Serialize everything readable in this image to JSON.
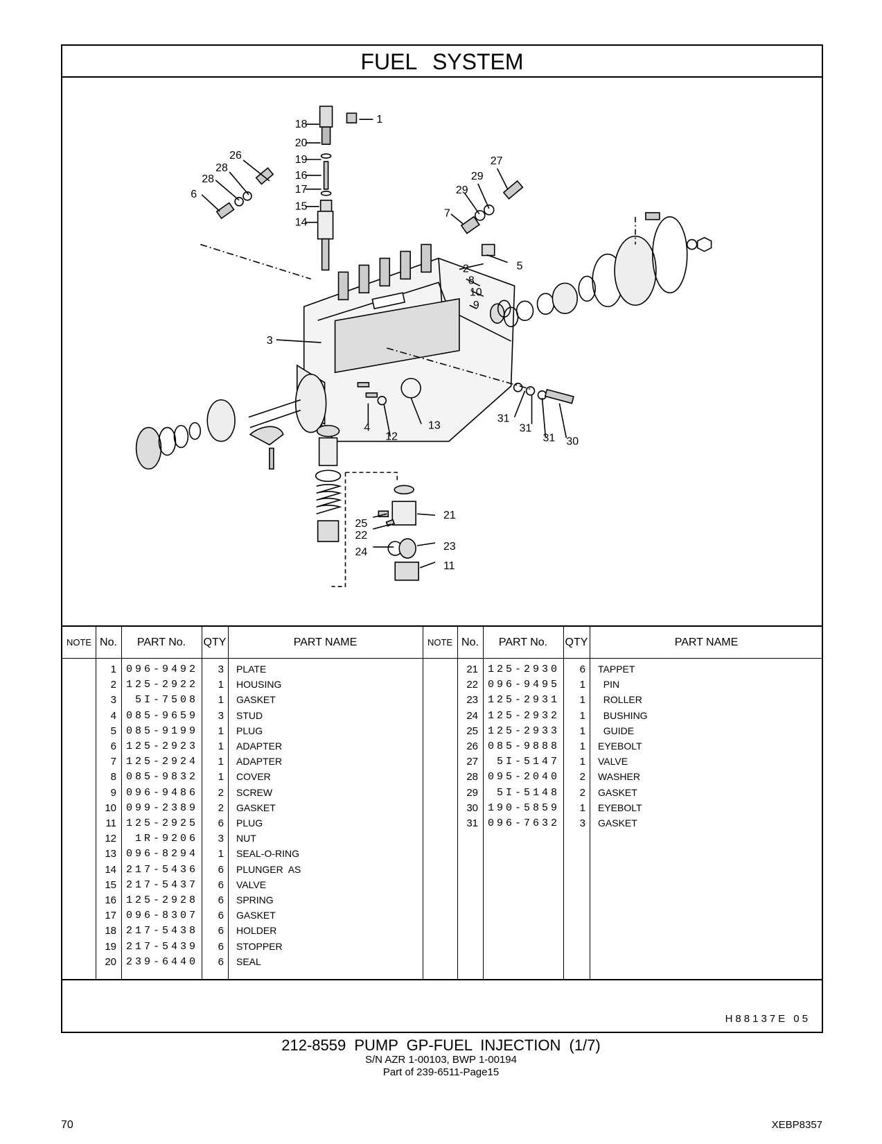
{
  "title": "FUEL   SYSTEM",
  "diagram": {
    "callouts": [
      "18",
      "1",
      "20",
      "19",
      "16",
      "17",
      "15",
      "14",
      "26",
      "28",
      "28",
      "6",
      "27",
      "29",
      "29",
      "7",
      "2",
      "8",
      "10",
      "9",
      "5",
      "3",
      "4",
      "12",
      "13",
      "31",
      "31",
      "31",
      "30",
      "25",
      "22",
      "24",
      "21",
      "23",
      "11"
    ]
  },
  "table": {
    "headers": {
      "note": "NOTE",
      "no": "No.",
      "part_no": "PART No.",
      "qty": "QTY",
      "part_name": "PART NAME"
    },
    "left": [
      {
        "no": "1",
        "part_no": "096-9492",
        "qty": "3",
        "name": "PLATE"
      },
      {
        "no": "2",
        "part_no": "125-2922",
        "qty": "1",
        "name": "HOUSING"
      },
      {
        "no": "3",
        "part_no": " 5I-7508",
        "qty": "1",
        "name": "GASKET"
      },
      {
        "no": "4",
        "part_no": "085-9659",
        "qty": "3",
        "name": "STUD"
      },
      {
        "no": "5",
        "part_no": "085-9199",
        "qty": "1",
        "name": "PLUG"
      },
      {
        "no": "6",
        "part_no": "125-2923",
        "qty": "1",
        "name": "ADAPTER"
      },
      {
        "no": "7",
        "part_no": "125-2924",
        "qty": "1",
        "name": "ADAPTER"
      },
      {
        "no": "8",
        "part_no": "085-9832",
        "qty": "1",
        "name": "COVER"
      },
      {
        "no": "9",
        "part_no": "096-9486",
        "qty": "2",
        "name": "SCREW"
      },
      {
        "no": "10",
        "part_no": "099-2389",
        "qty": "2",
        "name": "GASKET"
      },
      {
        "no": "11",
        "part_no": "125-2925",
        "qty": "6",
        "name": "PLUG"
      },
      {
        "no": "12",
        "part_no": " 1R-9206",
        "qty": "3",
        "name": "NUT"
      },
      {
        "no": "13",
        "part_no": "096-8294",
        "qty": "1",
        "name": "SEAL-O-RING"
      },
      {
        "no": "14",
        "part_no": "217-5436",
        "qty": "6",
        "name": "PLUNGER  AS"
      },
      {
        "no": "15",
        "part_no": "217-5437",
        "qty": "6",
        "name": "VALVE"
      },
      {
        "no": "16",
        "part_no": "125-2928",
        "qty": "6",
        "name": "SPRING"
      },
      {
        "no": "17",
        "part_no": "096-8307",
        "qty": "6",
        "name": "GASKET"
      },
      {
        "no": "18",
        "part_no": "217-5438",
        "qty": "6",
        "name": "HOLDER"
      },
      {
        "no": "19",
        "part_no": "217-5439",
        "qty": "6",
        "name": "STOPPER"
      },
      {
        "no": "20",
        "part_no": "239-6440",
        "qty": "6",
        "name": "SEAL"
      }
    ],
    "right": [
      {
        "no": "21",
        "part_no": "125-2930",
        "qty": "6",
        "name": "TAPPET"
      },
      {
        "no": "22",
        "part_no": "096-9495",
        "qty": "1",
        "name": "  PIN"
      },
      {
        "no": "23",
        "part_no": "125-2931",
        "qty": "1",
        "name": "  ROLLER"
      },
      {
        "no": "24",
        "part_no": "125-2932",
        "qty": "1",
        "name": "  BUSHING"
      },
      {
        "no": "25",
        "part_no": "125-2933",
        "qty": "1",
        "name": "  GUIDE"
      },
      {
        "no": "26",
        "part_no": "085-9888",
        "qty": "1",
        "name": "EYEBOLT"
      },
      {
        "no": "27",
        "part_no": " 5I-5147",
        "qty": "1",
        "name": "VALVE"
      },
      {
        "no": "28",
        "part_no": "095-2040",
        "qty": "2",
        "name": "WASHER"
      },
      {
        "no": "29",
        "part_no": " 5I-5148",
        "qty": "2",
        "name": "GASKET"
      },
      {
        "no": "30",
        "part_no": "190-5859",
        "qty": "1",
        "name": "EYEBOLT"
      },
      {
        "no": "31",
        "part_no": "096-7632",
        "qty": "3",
        "name": "GASKET"
      }
    ]
  },
  "drawing_code": "H88137E   05",
  "caption": {
    "line1": "212-8559  PUMP  GP-FUEL  INJECTION (1/7)",
    "line2": "S/N AZR 1-00103, BWP 1-00194",
    "line3": "Part of 239-6511-Page15"
  },
  "page_number": "70",
  "doc_code": "XEBP8357"
}
